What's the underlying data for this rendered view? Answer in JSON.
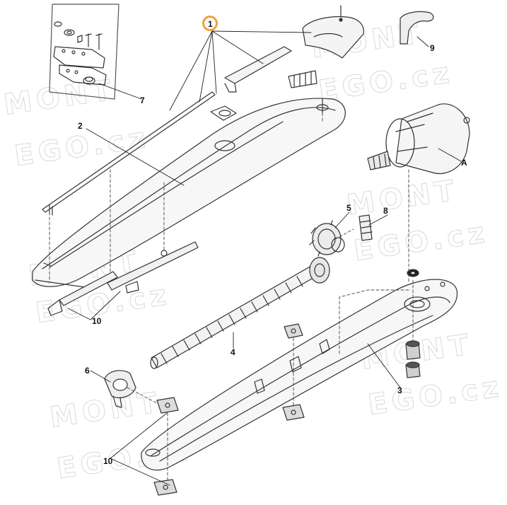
{
  "diagram": {
    "callout_color": "#f2a03c",
    "watermark": {
      "line1": "MONT",
      "line2": "EGO.cz"
    },
    "labels": {
      "p1": "1",
      "p2": "2",
      "p3": "3",
      "p4": "4",
      "p5": "5",
      "p6": "6",
      "p7": "7",
      "p8": "8",
      "p9": "9",
      "p10a": "10",
      "p10b": "10",
      "pA": "A"
    }
  }
}
